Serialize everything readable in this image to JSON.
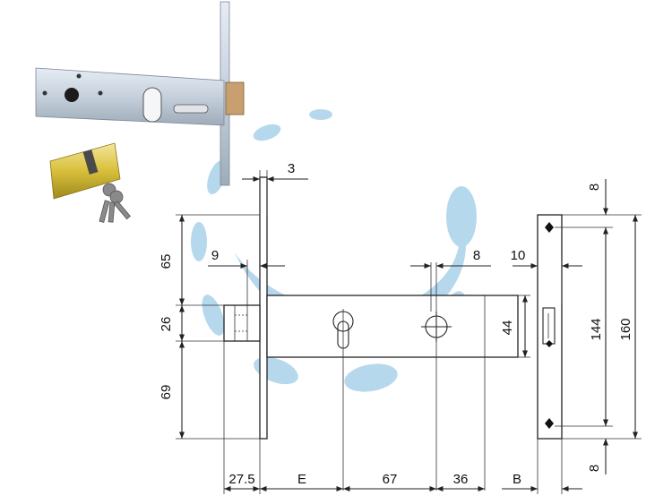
{
  "diagram": {
    "watermark_color": "#9ecbe8",
    "product_images": [
      "lock-body-photo",
      "cylinder-photo",
      "keys-photo"
    ],
    "dimensions": {
      "faceplate_thickness": "3",
      "top_height": "65",
      "bolt_height": "26",
      "bottom_height": "69",
      "bolt_offset": "9",
      "spindle_offset": "8",
      "strike_offset": "10",
      "case_height": "44",
      "strike_inner": "144",
      "strike_outer": "160",
      "strike_top_margin": "8",
      "strike_bottom_margin": "8",
      "bolt_projection": "27.5",
      "backset": "E",
      "center_distance": "67",
      "rear_distance": "36",
      "strike_width": "B"
    }
  }
}
